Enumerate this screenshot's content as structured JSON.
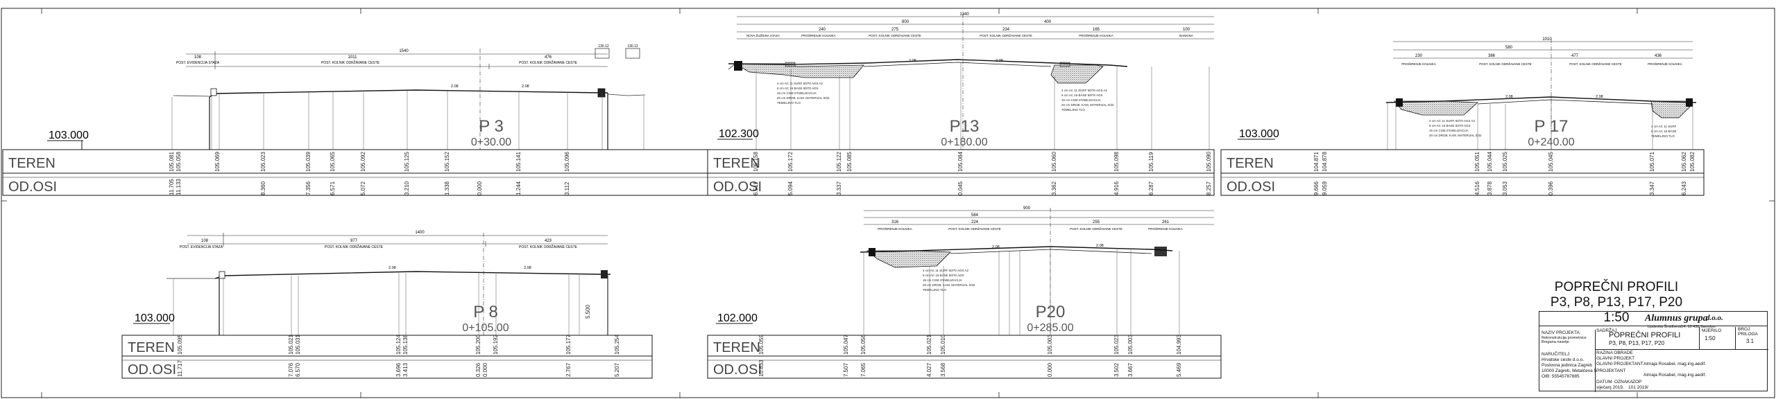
{
  "drawing": {
    "title": "POPREČNI PROFILI",
    "subtitle": "P3, P8, P13, P17, P20",
    "scale": "1:50"
  },
  "profiles": [
    {
      "id": "p3",
      "name": "P 3",
      "station": "0+30.00",
      "datum": "103.000",
      "widths": [
        "1540",
        "1011",
        "108",
        "476",
        "130.12",
        "130.12"
      ],
      "lane_labels": [
        "POST. KOLNIK ODRŽAVANE CESTE",
        "POST. KOLNIK ODRŽAVANE CESTE",
        "POST. EVIDENCIJA STAZA"
      ],
      "grades": [
        "2.08",
        "2.08"
      ],
      "teren": [
        "105.081",
        "105.058",
        "105.069",
        "105.023",
        "105.039",
        "105.065",
        "105.092",
        "105.125",
        "105.152",
        "105.141",
        "105.096"
      ],
      "odosi": [
        "11.705",
        "11.133",
        "8.360",
        "7.356",
        "6.571",
        "5.072",
        "3.210",
        "1.338",
        "0.000",
        "1.244",
        "3.112"
      ]
    },
    {
      "id": "p13",
      "name": "P13",
      "station": "0+180.00",
      "datum": "102.300",
      "widths": [
        "1340",
        "800",
        "400",
        "240",
        "275",
        "234",
        "165",
        "100"
      ],
      "lane_labels": [
        "NOVA ŽUŽNINA STAZA",
        "PROŠIRENJE KOLNIKA",
        "POST. KOLNIK ODRŽAVANE CESTE",
        "POST. KOLNIK ODRŽAVANE CESTE",
        "PROŠIRENJE KOLNIKA",
        "BANKINA"
      ],
      "grades": [
        "2.08",
        "2.08"
      ],
      "teren": [
        "105.158",
        "105.172",
        "105.122",
        "105.085",
        "105.084",
        "105.060",
        "105.098",
        "105.119",
        "105.090"
      ],
      "odosi": [
        "6.511",
        "5.094",
        "3.337",
        "0.045",
        "3.362",
        "4.916",
        "6.287",
        "8.257"
      ]
    },
    {
      "id": "p17",
      "name": "P 17",
      "station": "0+240.00",
      "datum": "103.000",
      "widths": [
        "1010",
        "580",
        "230",
        "386",
        "477",
        "436"
      ],
      "lane_labels": [
        "PROŠIRENJE KOLNIKA",
        "POST. KOLNIK ODRŽAVANE CESTE",
        "POST. KOLNIK ODRŽAVANE CESTE",
        "PROŠIRENJE KOLNIKA"
      ],
      "grades": [
        "2.08",
        "2.08"
      ],
      "teren": [
        "104.871",
        "104.878",
        "105.051",
        "105.044",
        "105.025",
        "105.045",
        "105.071",
        "105.062",
        "105.082"
      ],
      "odosi": [
        "9.666",
        "9.059",
        "4.516",
        "3.878",
        "3.053",
        "0.396",
        "3.347",
        "6.243"
      ]
    },
    {
      "id": "p8",
      "name": "P 8",
      "station": "0+105.00",
      "datum": "103.000",
      "widths": [
        "1400",
        "977",
        "108",
        "423"
      ],
      "lane_labels": [
        "POST. KOLNIK ODRŽAVANE CESTE",
        "POST. KOLNIK ODRŽAVANE CESTE",
        "POST. EVIDENCIJA STAZA"
      ],
      "grades": [
        "2.08",
        "2.08"
      ],
      "teren": [
        "105.095",
        "105.021",
        "105.031",
        "105.124",
        "105.138",
        "105.200",
        "105.192",
        "105.177",
        "105.254"
      ],
      "odosi": [
        "11.717",
        "7.076",
        "6.570",
        "3.696",
        "3.413",
        "0.326",
        "0.000",
        "2.767",
        "5.500",
        "5.207"
      ]
    },
    {
      "id": "p20",
      "name": "P20",
      "station": "0+285.00",
      "datum": "102.000",
      "widths": [
        "900",
        "584",
        "316",
        "224",
        "255",
        "261"
      ],
      "lane_labels": [
        "PROŠIRENJE KOLNIKA",
        "POST. KOLNIK ODRŽAVANE CESTE",
        "POST. KOLNIK ODRŽAVANE CESTE",
        "PROŠIRENJE KOLNIKA"
      ],
      "grades": [
        "2.08",
        "2.08"
      ],
      "teren": [
        "105.059",
        "105.047",
        "105.056",
        "105.021",
        "105.010",
        "105.003",
        "105.023",
        "105.003",
        "104.993"
      ],
      "odosi": [
        "10.833",
        "7.507",
        "7.065",
        "4.027",
        "3.568",
        "0.000",
        "3.502",
        "3.667",
        "5.469"
      ]
    }
  ],
  "rows": {
    "teren": "TEREN",
    "odosi": "OD.OSI"
  },
  "title_block": {
    "company": "Alumnus grupa",
    "company_suffix": "d.o.o.",
    "company_address": "Ljudevita Šmidhena14, 10 430 Samobor",
    "drawing_label": "SADRŽAJ",
    "drawing_name": "POPREČNI PROFILI",
    "drawing_profiles": "P3, P8, P13, P17, P20",
    "sheet_label": "MJERILO",
    "sheet_scale": "1:50",
    "number_label": "BROJ PRILOGA",
    "number": "3.1",
    "naziv_label": "NAZIV PROJEKTA",
    "naziv_value": "Rekonstrukcija prometnice Bregana naselje",
    "zop_label": "RAZINA OBRADE",
    "zop_value": "GLAVNI PROJEKT",
    "investor_label": "NARUČITELJ",
    "investor": "Hrvatske ceste d.o.o.",
    "investor_addr1": "Poslovna jedinica Zagreb",
    "investor_addr2": "10000 Zagreb, Metalčeva 5",
    "oib": "OIB: 55545787885",
    "designer_label": "GLAVNI PROJEKTANT",
    "designer": "Almaja Rosabel, mag.ing.aedif.",
    "proj_label": "PROJEKTANT",
    "proj": "Almaja Rosabel, mag.ing.aedif.",
    "date_label": "DATUM",
    "ozn_label": "OZNAKA",
    "zop_short": "ZOP",
    "date": "siječanj 2019.",
    "ozn": "101 2019/"
  }
}
